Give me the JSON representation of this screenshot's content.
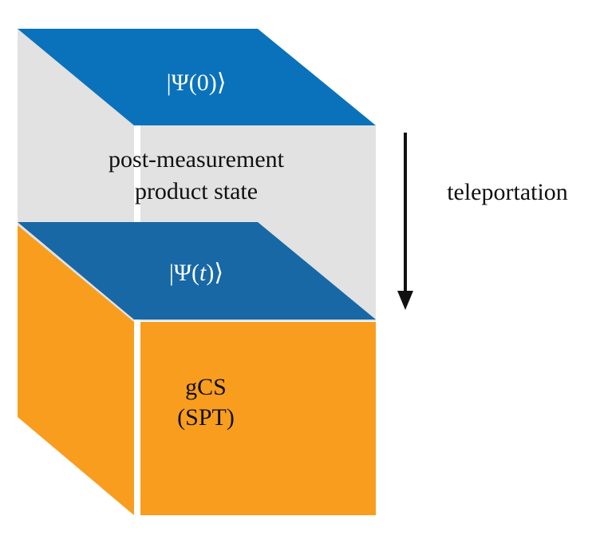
{
  "top_state": {
    "prefix": "|Ψ(",
    "arg": "0",
    "suffix": ")⟩"
  },
  "middle_state": {
    "prefix": "|Ψ(",
    "arg": "t",
    "suffix": ")⟩"
  },
  "middle_block": {
    "line1": "post-measurement",
    "line2": "product state"
  },
  "bottom_block": {
    "line1": "gCS",
    "line2": "(SPT)"
  },
  "arrow_label": "teleportation",
  "colors": {
    "blue": "#0a72bb",
    "middle_blue": "#1868a6",
    "gray": "#e2e2e2",
    "orange": "#f99d1f",
    "arrow": "#111111"
  }
}
